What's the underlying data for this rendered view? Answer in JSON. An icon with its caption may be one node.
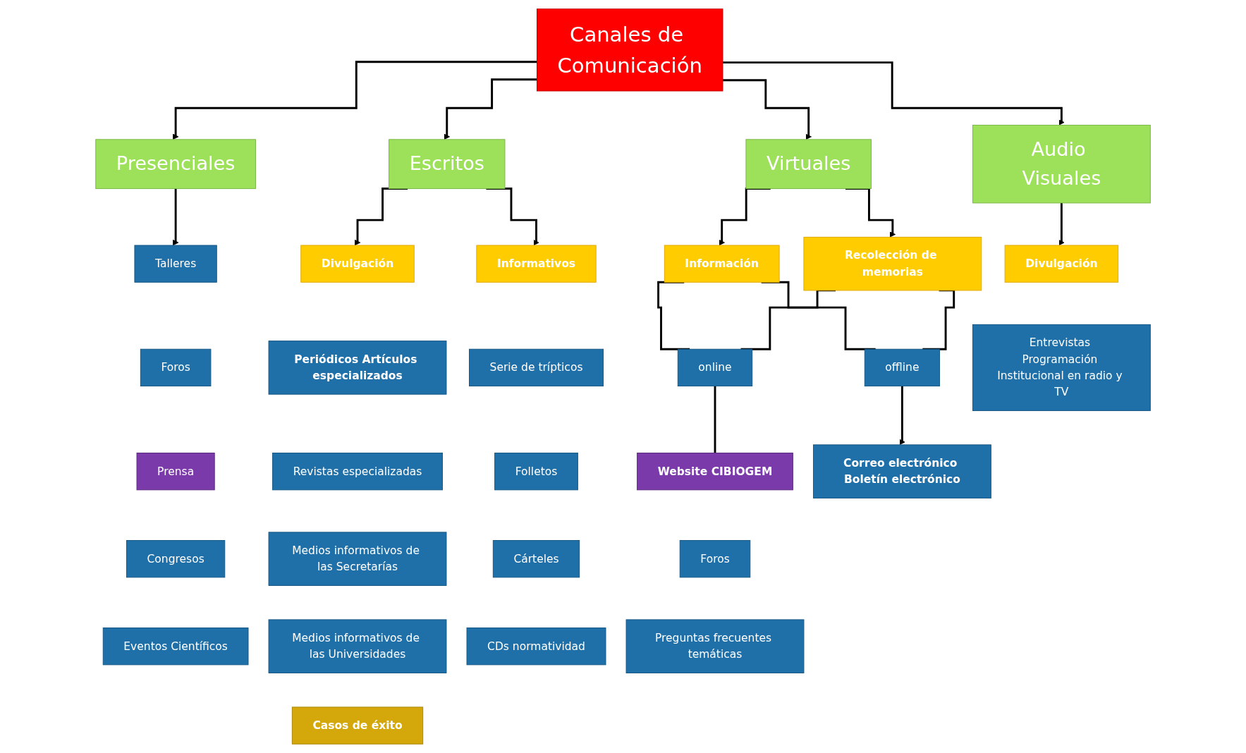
{
  "diagram": {
    "nodes": [
      {
        "text": [
          "Canales de Comunicación"
        ]
      },
      {
        "text": [
          "Presenciales"
        ]
      },
      {
        "text": [
          "Escritos"
        ]
      },
      {
        "text": [
          "Virtuales"
        ]
      },
      {
        "text": [
          "Audio Visuales"
        ]
      },
      {
        "text": [
          "Talleres"
        ]
      },
      {
        "text": [
          "Foros"
        ]
      },
      {
        "text": [
          "Prensa"
        ]
      },
      {
        "text": [
          "Congresos"
        ]
      },
      {
        "text": [
          "Eventos Científicos"
        ]
      },
      {
        "text": [
          "Divulgación"
        ]
      },
      {
        "text": [
          "Informativos"
        ]
      },
      {
        "text": [
          "Periódicos Artículos especializados"
        ]
      },
      {
        "text": [
          "Revistas especializadas"
        ]
      },
      {
        "text": [
          "Medios informativos de las Secretarías"
        ]
      },
      {
        "text": [
          "Medios informativos de las Universidades"
        ]
      },
      {
        "text": [
          "Serie de trípticos"
        ]
      },
      {
        "text": [
          "Folletos"
        ]
      },
      {
        "text": [
          "Cárteles"
        ]
      },
      {
        "text": [
          "CDs normatividad"
        ]
      },
      {
        "text": [
          "Información"
        ]
      },
      {
        "text": [
          "Recolección de memorias"
        ]
      },
      {
        "text": [
          "online"
        ]
      },
      {
        "text": [
          "offline"
        ]
      },
      {
        "text": [
          "Website CIBIOGEM"
        ]
      },
      {
        "text": [
          "Foros"
        ]
      },
      {
        "text": [
          "Preguntas frecuentes temáticas"
        ]
      },
      {
        "text": [
          "Correo electrónico Boletín electrónico"
        ]
      },
      {
        "text": [
          "Divulgación"
        ]
      },
      {
        "text": [
          "Entrevistas Programación Institucional en radio y TV"
        ]
      },
      {
        "text": [
          "Casos de éxito"
        ]
      }
    ],
    "edges": [
      {
        "from": 0,
        "to": 1,
        "arrow": "to"
      },
      {
        "from": 0,
        "to": 2,
        "arrow": "to"
      },
      {
        "from": 0,
        "to": 3,
        "arrow": "to"
      },
      {
        "from": 0,
        "to": 4,
        "arrow": "to"
      },
      {
        "from": 1,
        "to": 5,
        "arrow": "to"
      },
      {
        "from": 2,
        "to": 10,
        "arrow": "to"
      },
      {
        "from": 2,
        "to": 11,
        "arrow": "to"
      },
      {
        "from": 3,
        "to": 20,
        "arrow": "to"
      },
      {
        "from": 3,
        "to": 21,
        "arrow": "to"
      },
      {
        "from": 4,
        "to": 28,
        "arrow": "to"
      },
      {
        "from": 20,
        "to": 22,
        "arrow": "none"
      },
      {
        "from": 20,
        "to": 23,
        "arrow": "none"
      },
      {
        "from": 21,
        "to": 22,
        "arrow": "none"
      },
      {
        "from": 21,
        "to": 23,
        "arrow": "none"
      },
      {
        "from": 22,
        "to": 24,
        "arrow": "none"
      },
      {
        "from": 23,
        "to": 27,
        "arrow": "to"
      }
    ]
  }
}
